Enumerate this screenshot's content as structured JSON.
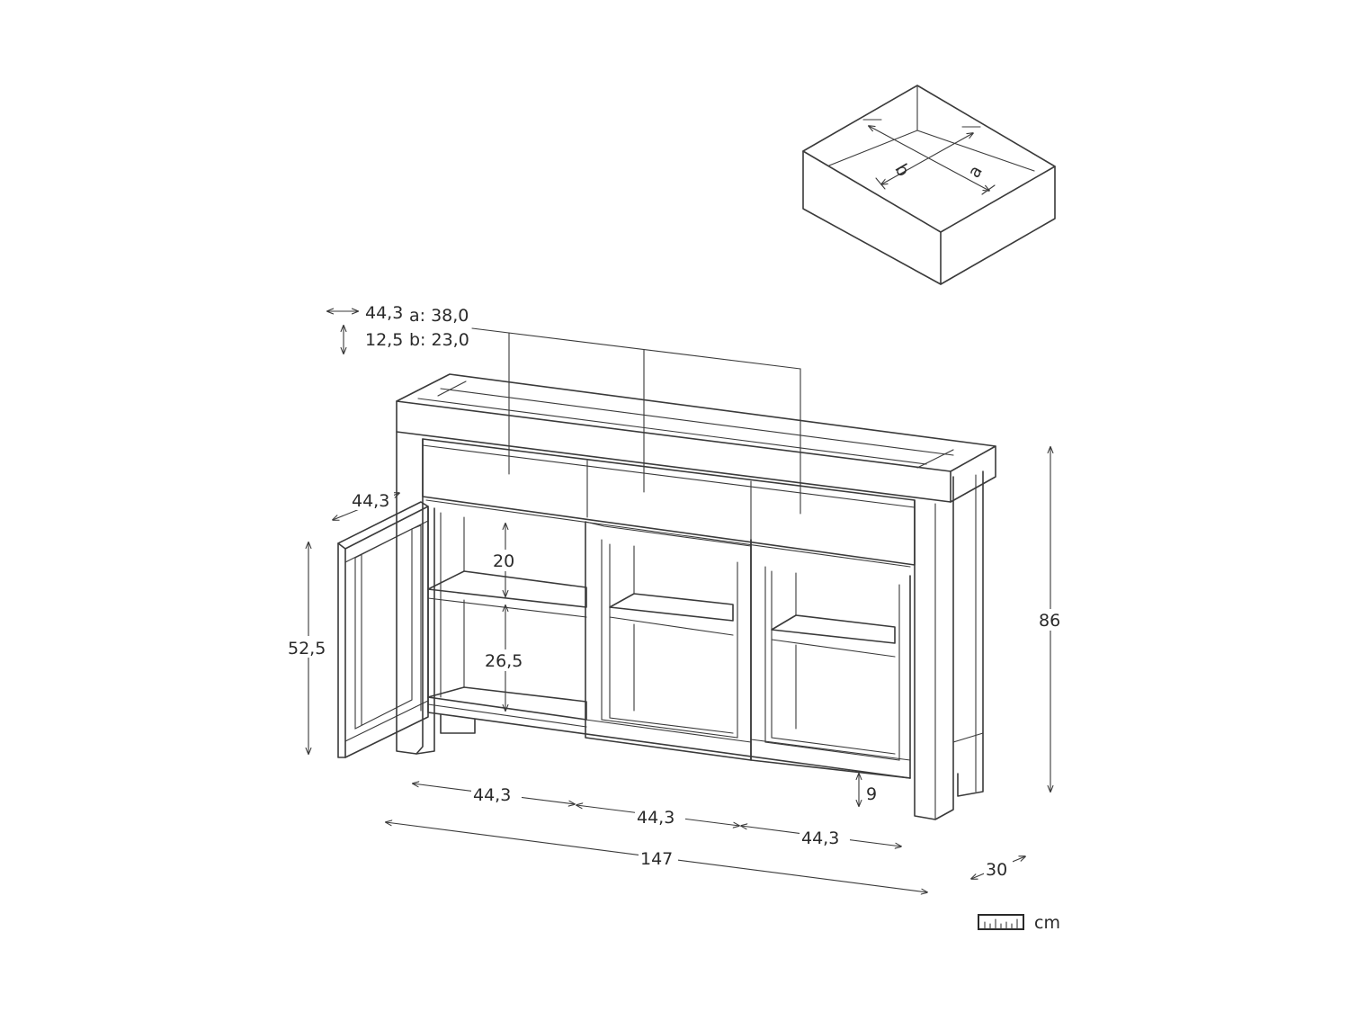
{
  "drawer_box": {
    "label_a": "a",
    "label_b": "b"
  },
  "drawer_legend": {
    "width_value": "44,3",
    "a_line": "a: 38,0",
    "height_value": "12,5",
    "b_line": "b: 23,0"
  },
  "dimensions": {
    "door_width": "44,3",
    "door_height": "52,5",
    "shelf_upper": "20",
    "shelf_lower": "26,5",
    "total_height": "86",
    "leg_height": "9",
    "section_1": "44,3",
    "section_2": "44,3",
    "section_3": "44,3",
    "total_width": "147",
    "depth": "30"
  },
  "unit": {
    "icon": "ruler-icon",
    "label": "cm"
  }
}
